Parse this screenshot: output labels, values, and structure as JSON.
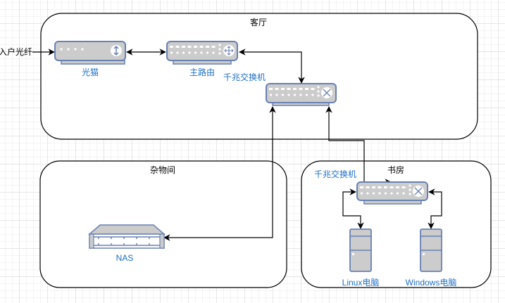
{
  "rooms": {
    "living_room": {
      "title": "客厅"
    },
    "storage_room": {
      "title": "杂物间"
    },
    "study_room": {
      "title": "书房"
    }
  },
  "inputs": {
    "fiber_label": "入户光纤"
  },
  "devices": {
    "modem": {
      "label": "光猫",
      "type": "optical-modem"
    },
    "router": {
      "label": "主路由",
      "type": "router"
    },
    "switch_living": {
      "label": "千兆交换机",
      "type": "switch"
    },
    "switch_study": {
      "label": "千兆交换机",
      "type": "switch"
    },
    "nas": {
      "label": "NAS",
      "type": "nas"
    },
    "linux_pc": {
      "label": "Linux电脑",
      "type": "server"
    },
    "windows_pc": {
      "label": "Windows电脑",
      "type": "server"
    }
  },
  "connections": [
    {
      "from": "fiber",
      "to": "modem"
    },
    {
      "from": "modem",
      "to": "router",
      "bidirectional": true
    },
    {
      "from": "router",
      "to": "switch_living",
      "bidirectional": true
    },
    {
      "from": "switch_living",
      "to": "nas",
      "bidirectional": true
    },
    {
      "from": "switch_living",
      "to": "switch_study",
      "bidirectional": true
    },
    {
      "from": "switch_study",
      "to": "linux_pc",
      "bidirectional": true
    },
    {
      "from": "switch_study",
      "to": "windows_pc",
      "bidirectional": true
    }
  ],
  "colors": {
    "device_fill": "#cccccc",
    "device_stroke": "#6881b3",
    "label_blue": "#1f6fc5"
  }
}
